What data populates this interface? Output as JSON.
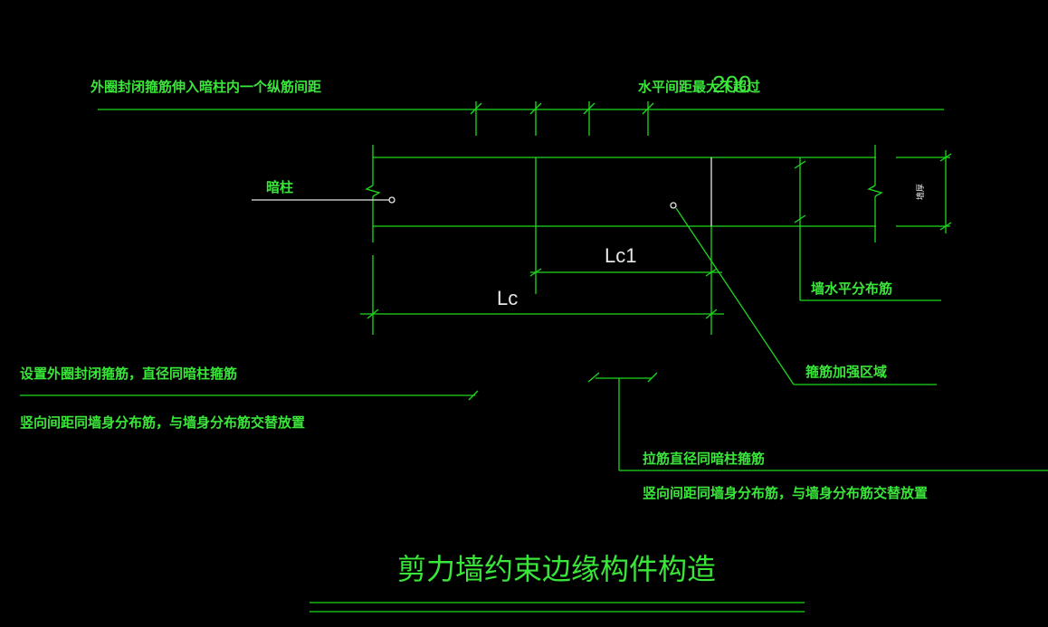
{
  "labels": {
    "top_left": "外圈封闭箍筋伸入暗柱内一个纵筋间距",
    "top_right_prefix": "水平间距最大不超过",
    "top_right_value": "200",
    "an_zhu": "暗柱",
    "lc1": "Lc1",
    "lc": "Lc",
    "wall_thickness": "墙厚",
    "wall_horizontal_rebar": "墙水平分布筋",
    "stirrup_zone": "箍筋加强区域",
    "left_note_1": "设置外圈封闭箍筋，直径同暗柱箍筋",
    "left_note_2": "竖向间距同墙身分布筋，与墙身分布筋交替放置",
    "tie_note_1": "拉筋直径同暗柱箍筋",
    "tie_note_2": "竖向间距同墙身分布筋，与墙身分布筋交替放置",
    "title": "剪力墙约束边缘构件构造"
  },
  "colors": {
    "background": "#000000",
    "line_green": "#1ed81e",
    "text_green": "#39e639",
    "dim_white": "#e6e6e6"
  }
}
